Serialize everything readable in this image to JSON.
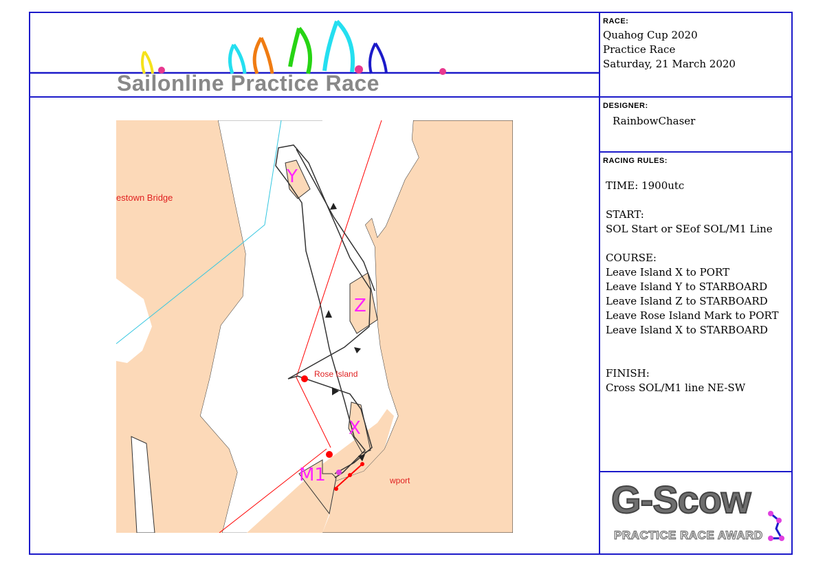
{
  "header": {
    "banner_title": "Sailonline Practice Race",
    "colors": {
      "frame": "#1c1ac9",
      "banner_text": "#888888",
      "dot": "#e8388f"
    }
  },
  "race": {
    "label": "RACE:",
    "line1": "Quahog Cup 2020",
    "line2": "Practice Race",
    "date": "Saturday, 21 March 2020"
  },
  "designer": {
    "label": "DESIGNER:",
    "name": "RainbowChaser"
  },
  "rules": {
    "label": "RACING RULES:",
    "time": "TIME: 1900utc",
    "start_heading": "START:",
    "start_text": "SOL Start or SEof SOL/M1 Line",
    "course_heading": "COURSE:",
    "course_items": [
      "Leave Island X to PORT",
      "Leave Island Y to STARBOARD",
      "Leave Island Z to STARBOARD",
      "Leave Rose Island Mark to PORT",
      "Leave Island X to STARBOARD"
    ],
    "finish_heading": "FINISH:",
    "finish_text": "Cross SOL/M1 line NE-SW"
  },
  "award": {
    "title": "G-Scow",
    "subtitle": "PRACTICE RACE AWARD"
  },
  "map": {
    "place_labels": {
      "bridge": "estown Bridge",
      "rose_island": "Rose Island",
      "newport": "wport"
    },
    "marks": {
      "y": "Y",
      "z": "Z",
      "x": "X",
      "m1": "M1"
    },
    "colors": {
      "land": "#fcd9b8",
      "water": "#ffffff",
      "route": "#333333",
      "mark_labels": "#ff22ff",
      "laylines": "#ff0000",
      "channel": "#33c6e0"
    }
  }
}
